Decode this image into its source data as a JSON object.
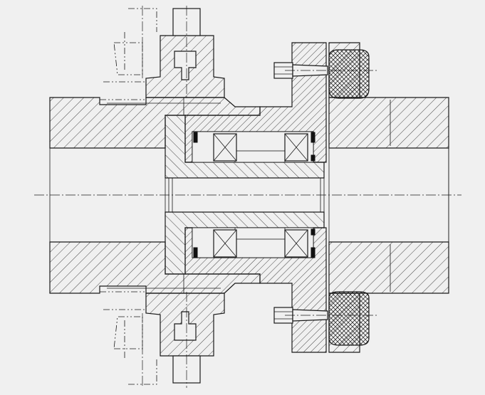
{
  "drawing": {
    "background": "#f0f0f0",
    "line_color": "#1a1a1a",
    "views": [
      "coupling-half-section"
    ],
    "components": [
      "left-hub",
      "right-hub",
      "brake-disc-flange",
      "inner-sleeve",
      "ball-bearing",
      "oil-seal",
      "elastic-ring",
      "flange-bolt",
      "brake-caliper-phantom",
      "shaft-centerline"
    ],
    "hatch_patterns": {
      "steel": "diagonal-single",
      "elastomer": "cross-hatch"
    }
  }
}
